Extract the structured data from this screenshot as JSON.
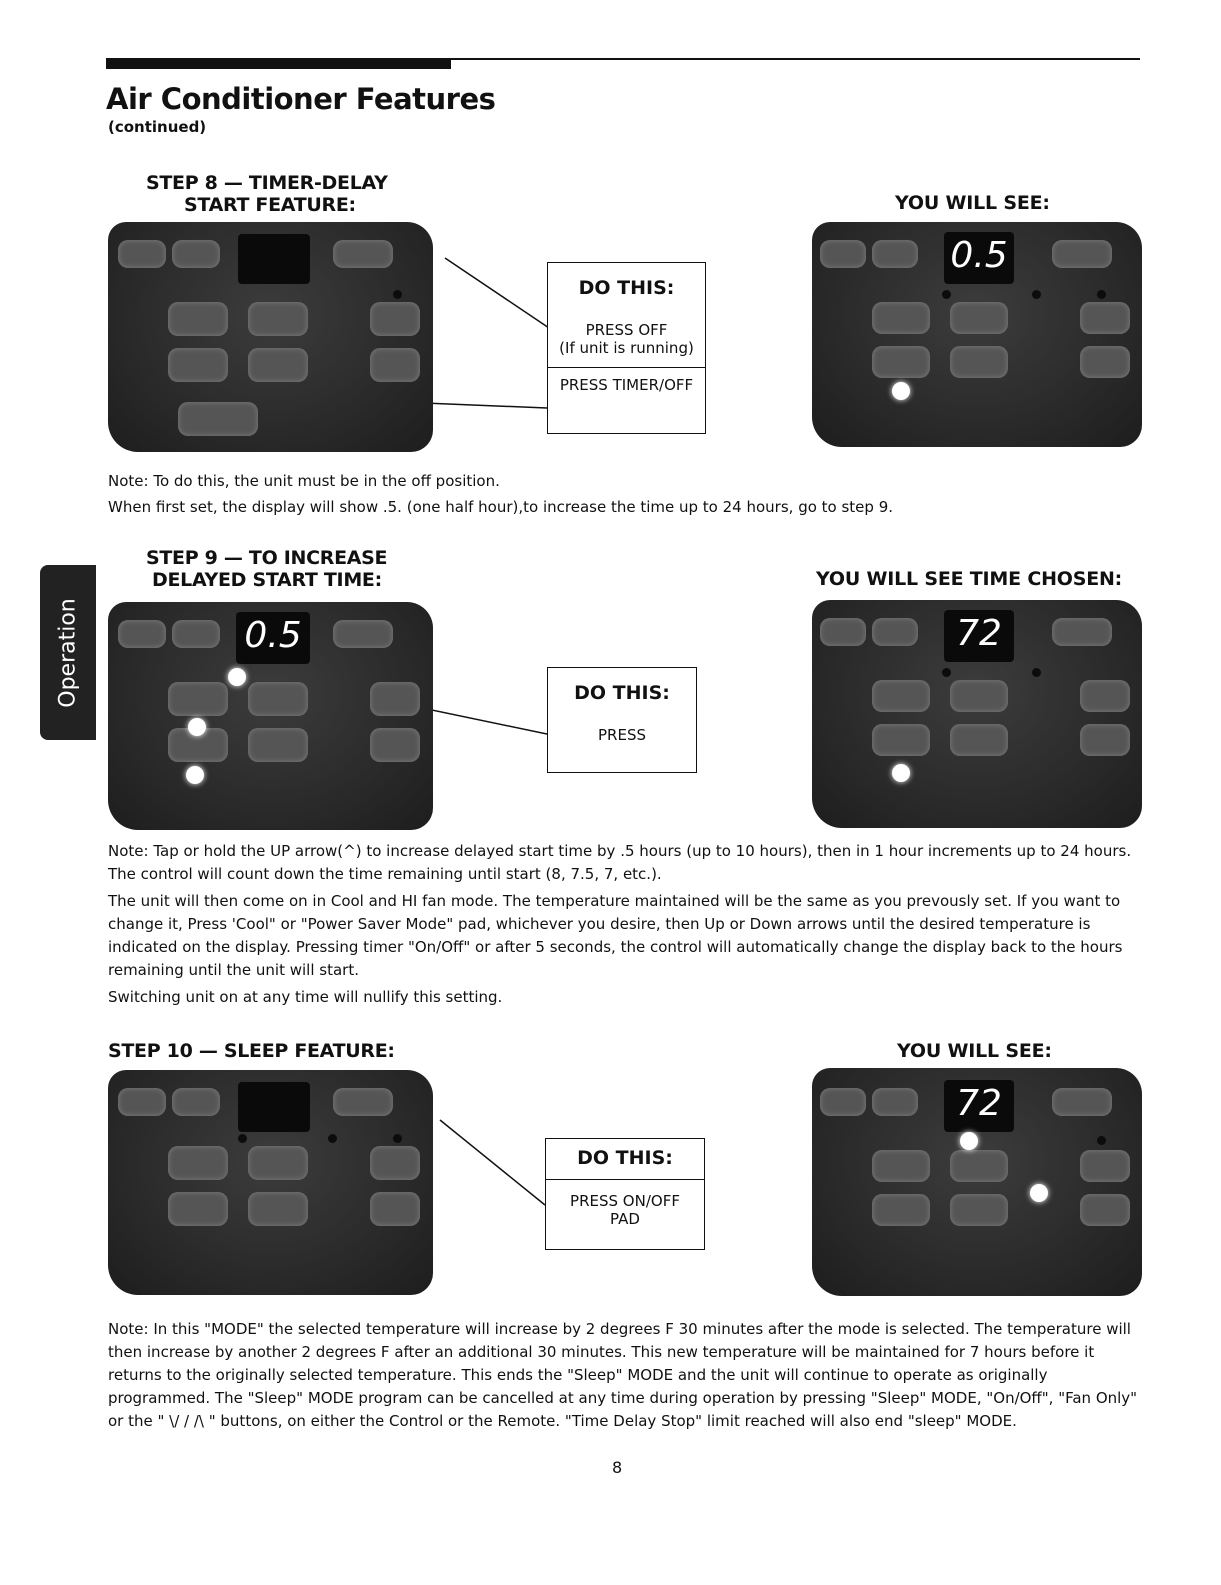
{
  "header": {
    "title": "Air Conditioner Features",
    "subtitle": "(continued)"
  },
  "side_tab": {
    "label": "Operation"
  },
  "step8": {
    "heading_line1": "STEP 8 — TIMER-DELAY",
    "heading_line2": "START FEATURE:",
    "you_will_see": "YOU WILL SEE:",
    "do_this": {
      "title": "DO THIS:",
      "item1_line1": "PRESS OFF",
      "item1_line2": "(If unit is running)",
      "item2": "PRESS TIMER/OFF"
    },
    "display_result": "0.5",
    "note_line1": "Note: To do this, the unit must be in the off position.",
    "note_line2": "When first set, the display will show .5. (one half hour),to increase the time up to 24 hours, go to step 9."
  },
  "step9": {
    "heading_line1": "STEP 9 — TO INCREASE",
    "heading_line2": "DELAYED START TIME:",
    "you_will_see": "YOU WILL SEE TIME CHOSEN:",
    "do_this": {
      "title": "DO THIS:",
      "item1": "PRESS"
    },
    "display_input": "0.5",
    "display_result": "72",
    "note_para1": "Note: Tap or hold the UP arrow(^) to increase delayed start time by .5 hours (up to 10 hours), then in 1 hour increments up to 24 hours. The control will count down the time remaining until start (8, 7.5, 7, etc.).",
    "note_para2": "The unit will then come on in Cool and HI fan mode. The temperature maintained will be the same as you prevously set. If you want to change it, Press 'Cool\" or \"Power Saver Mode\" pad, whichever you desire, then Up or Down arrows until the desired temperature is indicated on the display. Pressing timer \"On/Off\" or after 5 seconds, the control will automatically change the display back to the hours remaining until the unit will start.",
    "note_para3": "Switching unit on at any time will nullify this setting."
  },
  "step10": {
    "heading": "STEP 10 — SLEEP FEATURE:",
    "you_will_see": "YOU WILL SEE:",
    "do_this": {
      "title": "DO THIS:",
      "item1_line1": "PRESS ON/OFF",
      "item1_line2": "PAD"
    },
    "display_result": "72",
    "note": "Note: In this \"MODE\" the selected temperature will increase by 2 degrees F 30 minutes after the mode is selected. The temperature will then increase by another 2 degrees F after an additional 30 minutes. This new temperature will be maintained for 7 hours before it returns to the originally selected temperature. This ends the \"Sleep\" MODE and the unit will continue to operate as originally programmed. The \"Sleep\" MODE program can be cancelled at any time during operation by pressing \"Sleep\" MODE, \"On/Off\", \"Fan Only\" or the \" \\/ / /\\ \" buttons, on either the Control or the Remote. \"Time Delay Stop\" limit reached will also end \"sleep\" MODE."
  },
  "footer": {
    "page_number": "8"
  }
}
